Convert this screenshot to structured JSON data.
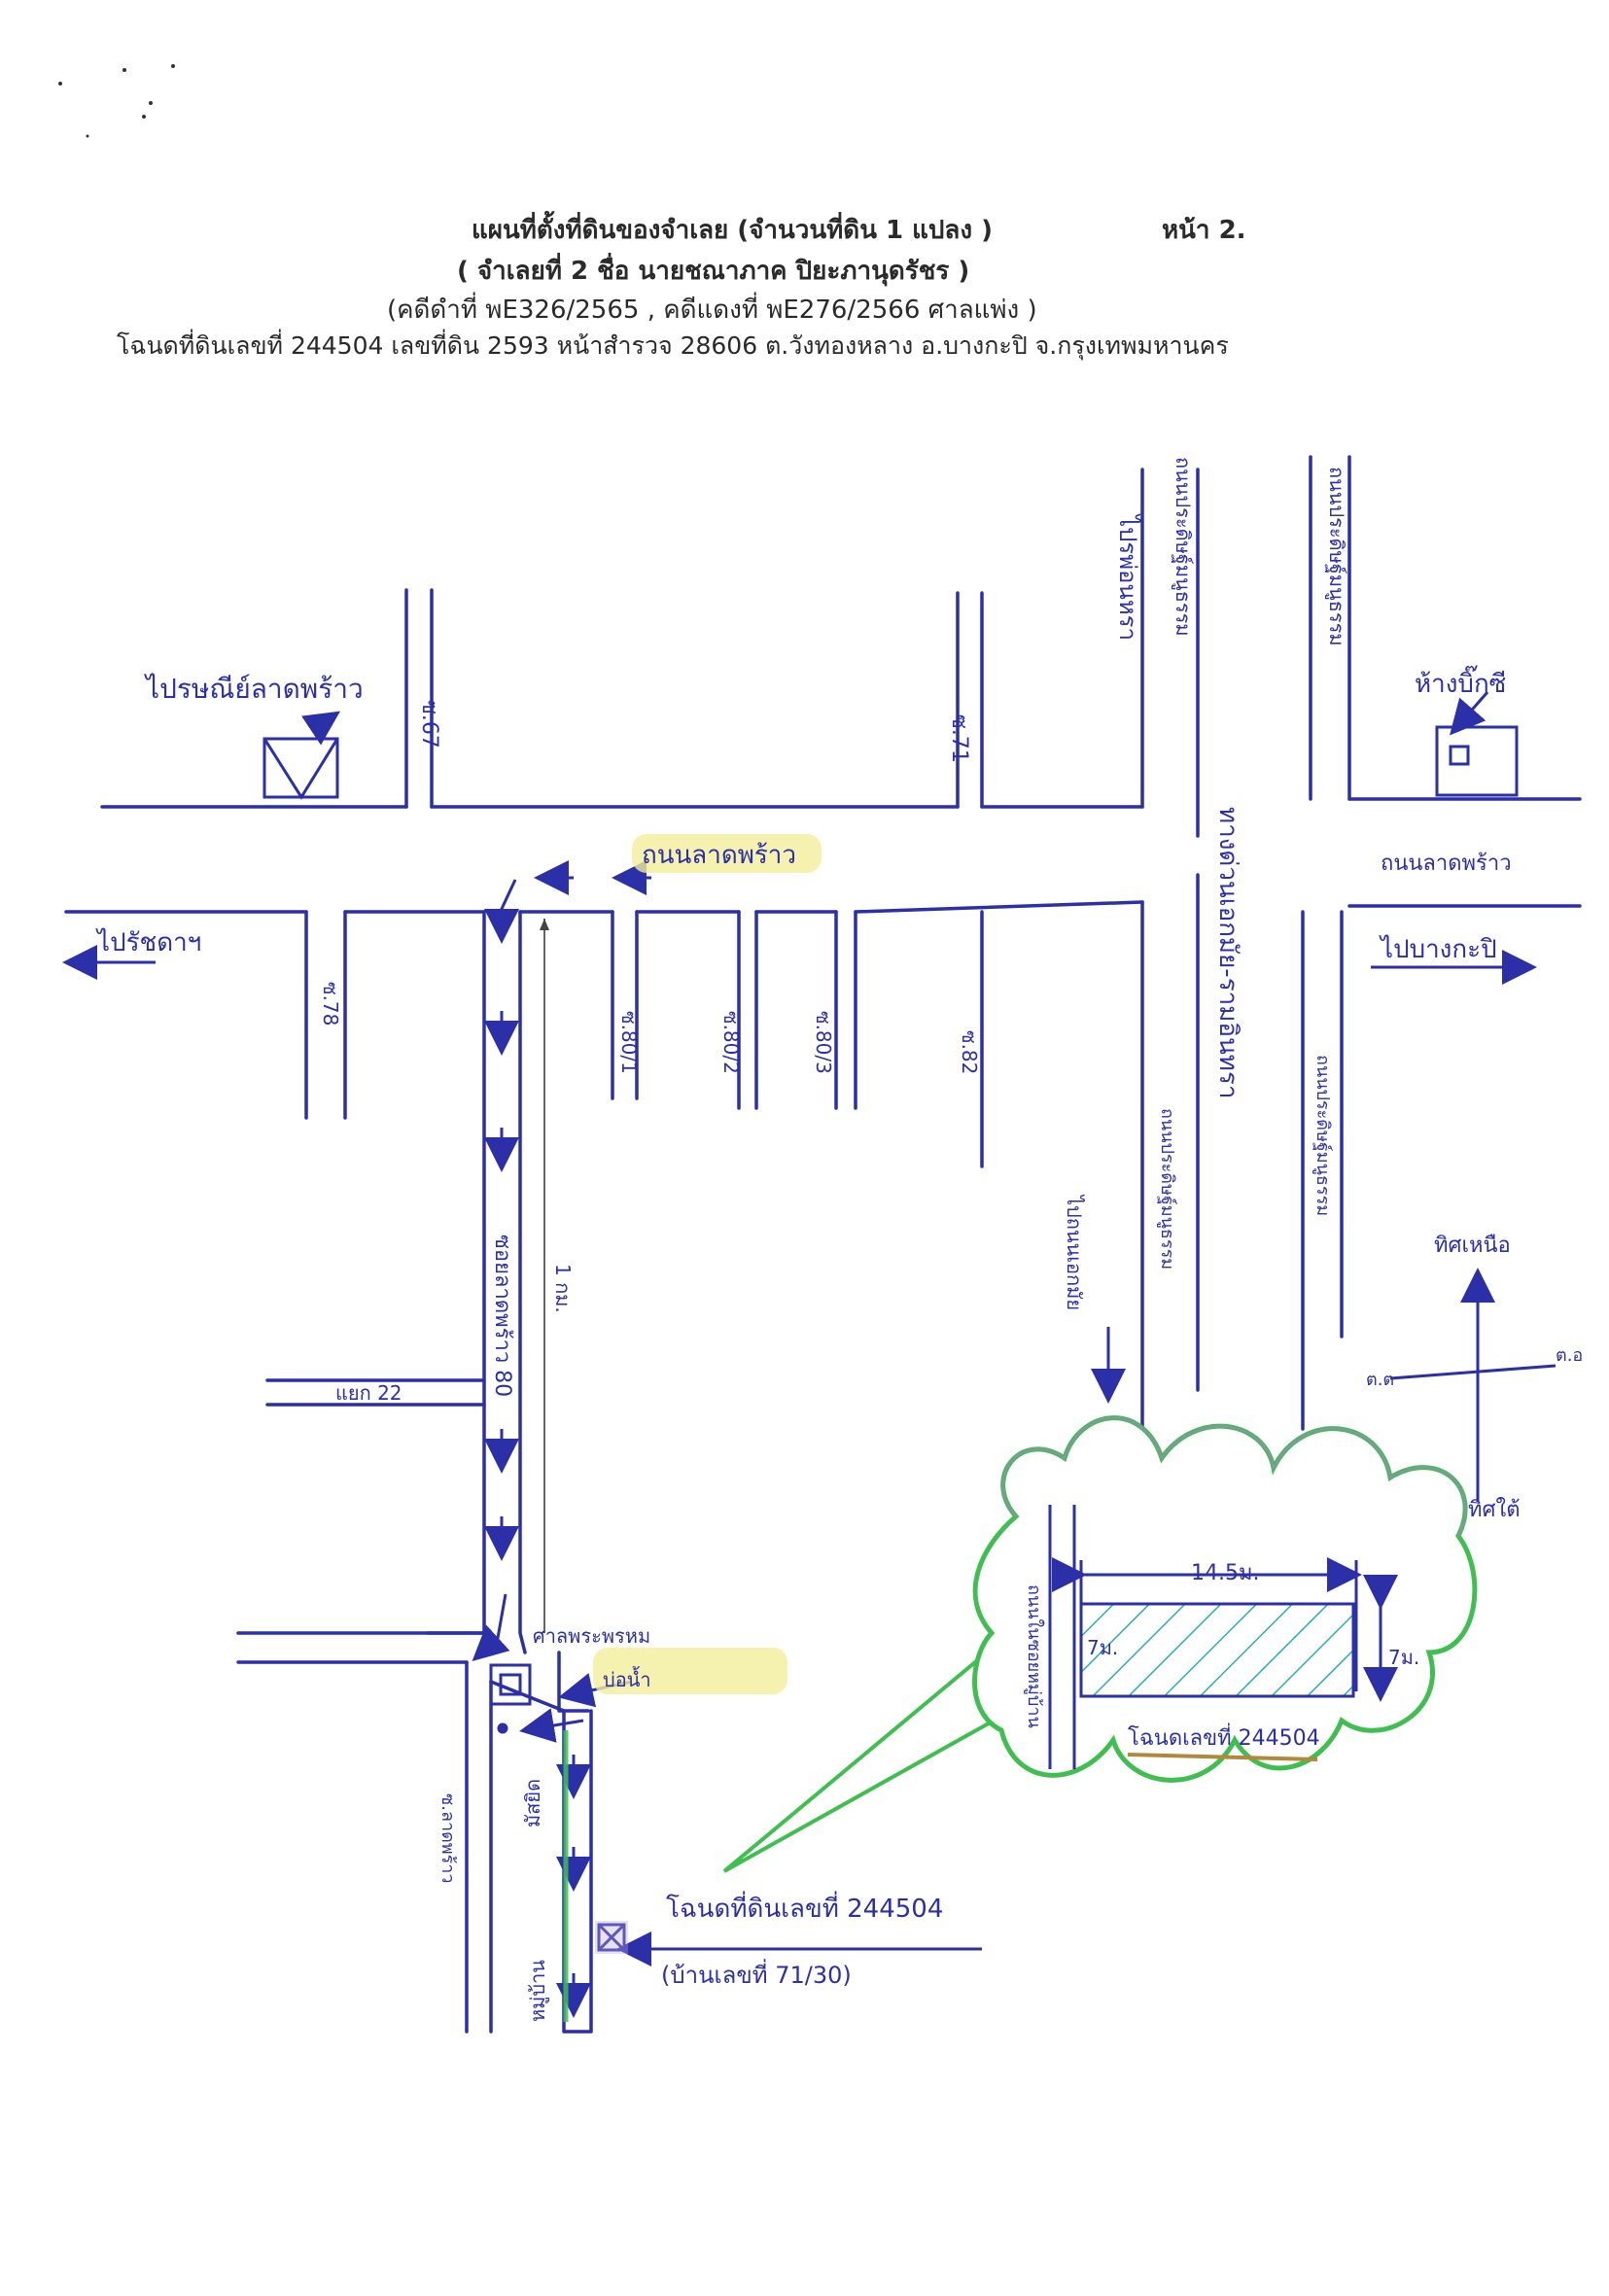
{
  "header": {
    "title": "แผนที่ตั้งที่ดินของจำเลย  (จำนวนที่ดิน 1 แปลง )",
    "page_label": "หน้า 2.",
    "defendant": "( จำเลยที่ 2 ชื่อ นายชณาภาค ปิยะภานุดรัชร )",
    "case_numbers": "(คดีดำที่  พE326/2565 , คดีแดงที่  พE276/2566  ศาลแพ่ง )",
    "deed_info": "โฉนดที่ดินเลขที่ 244504  เลขที่ดิน  2593  หน้าสำรวจ 28606  ต.วังทองหลาง อ.บางกะปิ จ.กรุงเทพมหานคร"
  },
  "labels": {
    "post_office": "ไปรษณีย์ลาดพร้าว",
    "soi_67": "ซ.67",
    "soi_71": "ซ.71",
    "to_main_road": "ไปรพ่อนหรา",
    "pradit_road_top": "ถนนประดิษฐ์มนูธรรม",
    "pradit_road_top2": "ถนนประดิษฐ์มนูธรรม",
    "big_c": "ห้างบิ๊กซี",
    "lat_phrao_road": "ถนนลาดพร้าว",
    "lat_phrao_road_right": "ถนนลาดพร้าว",
    "to_ratchada": "ไปรัชดาฯ",
    "to_bangkapi": "ไปบางกะปิ",
    "soi_78": "ซ.78",
    "soi_80_1": "ซ.80/1",
    "soi_80_2": "ซ.80/2",
    "soi_80_3": "ซ.80/3",
    "soi_82": "ซ.82",
    "expressway": "ทางด่วนเอกมัย-รามอินทรา",
    "soi_lat_phrao_80": "ซอยลาดพร้าว 80",
    "distance_1km": "1 กม.",
    "to_ekkamai": "ไปถนนเอกมัย",
    "pradit_road_mid": "ถนนประดิษฐ์มนูธรรม",
    "pradit_road_mid2": "ถนนประดิษฐ์มนูธรรม",
    "north": "ทิศเหนือ",
    "east": "ต.อ",
    "west": "ต.ต",
    "south": "ทิศใต้",
    "branch_22": "แยก 22",
    "shrine": "ศาลพระพรหม",
    "pond": "บ่อน้ำ",
    "mosque": "มัสยิด",
    "soi_lanes": "ซ.ลาดพร้าว",
    "village": "หมู่บ้าน",
    "width": "14.5ม.",
    "depth_left": "7ม.",
    "depth_right": "7ม.",
    "deed_zoom": "โฉนดเลขที่ 244504",
    "local_road": "ถนนในซอยหมู่บ้าน",
    "deed_main": "โฉนดที่ดินเลขที่ 244504",
    "house_no": "(บ้านเลขที่ 71/30)"
  },
  "colors": {
    "ink": "#2b2fa8",
    "highlight_yellow": "#f3ee9a",
    "callout_green": "#3fbf4f",
    "callout_purple": "#b27ad8",
    "hatch_teal": "#2aaeb0",
    "header_text": "#2a2a2a"
  }
}
